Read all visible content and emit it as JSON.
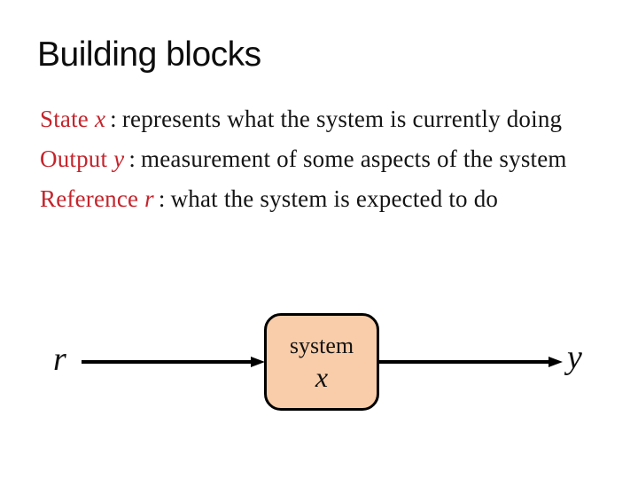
{
  "slide": {
    "title": "Building blocks",
    "definitions": [
      {
        "term": "State",
        "symbol": "x",
        "colon": ":",
        "description": "represents what the system is currently doing"
      },
      {
        "term": "Output",
        "symbol": "y",
        "colon": ":",
        "description": "measurement of some aspects of the system"
      },
      {
        "term": "Reference",
        "symbol": "r",
        "colon": ":",
        "description": "what the system is expected to do"
      }
    ],
    "diagram": {
      "input_label": "r",
      "block_title": "system",
      "block_state": "x",
      "output_label": "y"
    },
    "colors": {
      "term_red": "#c4242c",
      "body_text": "#141414",
      "block_fill": "#f9cda9",
      "block_border": "#000000",
      "background": "#ffffff"
    }
  }
}
